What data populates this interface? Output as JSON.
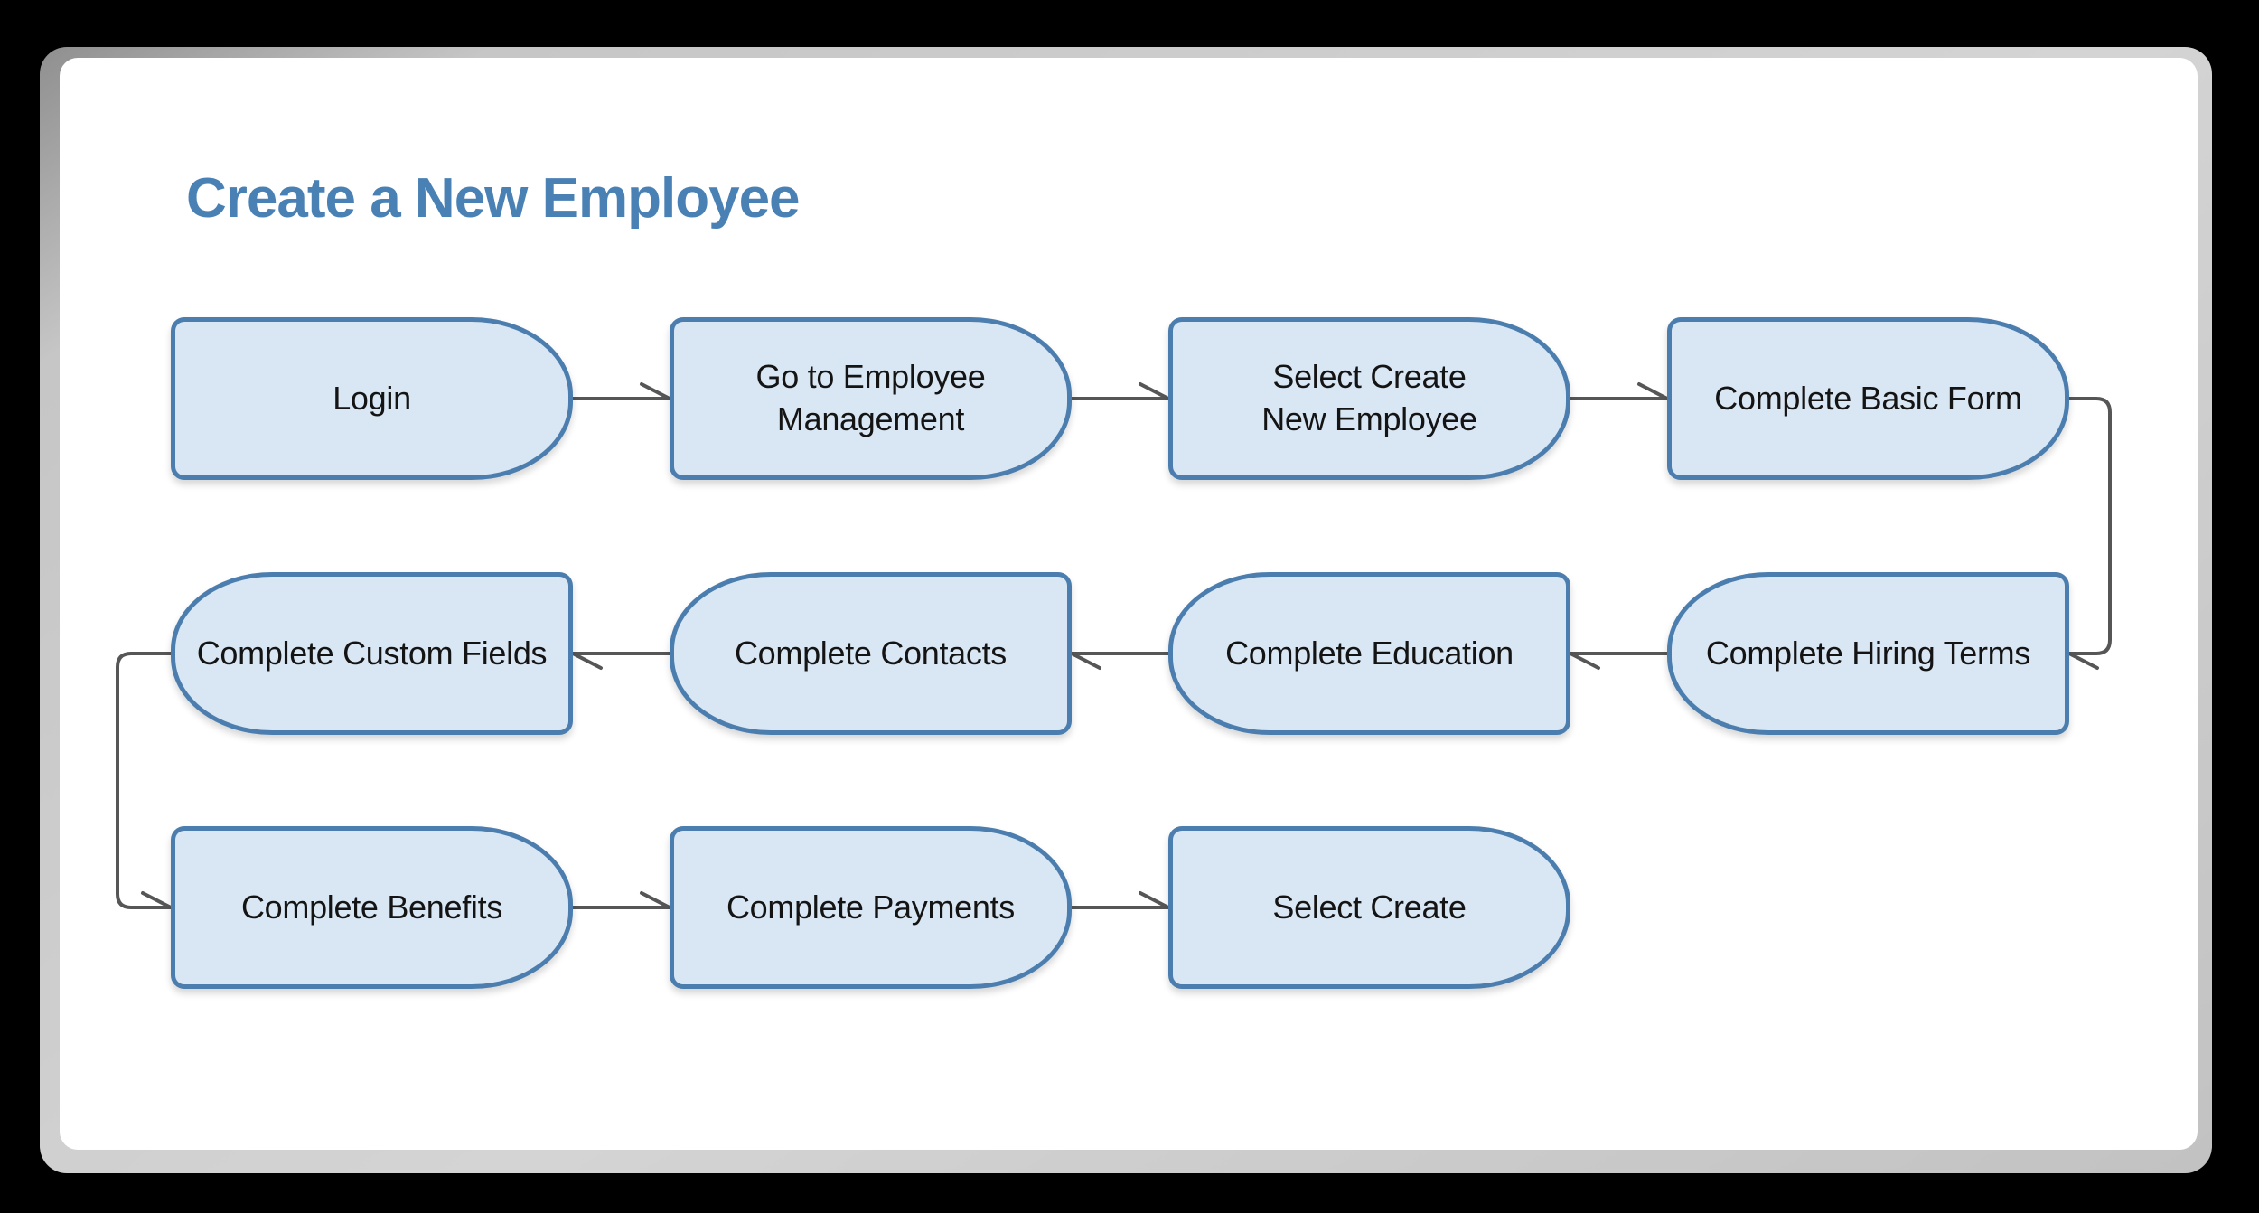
{
  "title": "Create a New Employee",
  "colors": {
    "background": "#000000",
    "card": "#FFFFFF",
    "card_edge": "#C6C6C6",
    "title_text": "#4A81B5",
    "node_fill": "#D9E6F3",
    "node_border": "#4B7EAF",
    "node_text": "#141414",
    "connector": "#565656"
  },
  "nodes": [
    {
      "id": "login",
      "label": "Login"
    },
    {
      "id": "go-to-employee-management",
      "label": "Go to Employee\nManagement"
    },
    {
      "id": "select-create-new-employee",
      "label": "Select Create\nNew Employee"
    },
    {
      "id": "complete-basic-form",
      "label": "Complete Basic Form"
    },
    {
      "id": "complete-hiring-terms",
      "label": "Complete Hiring Terms"
    },
    {
      "id": "complete-education",
      "label": "Complete Education"
    },
    {
      "id": "complete-contacts",
      "label": "Complete Contacts"
    },
    {
      "id": "complete-custom-fields",
      "label": "Complete Custom Fields"
    },
    {
      "id": "complete-benefits",
      "label": "Complete Benefits"
    },
    {
      "id": "complete-payments",
      "label": "Complete Payments"
    },
    {
      "id": "select-create",
      "label": "Select Create"
    }
  ],
  "edges": [
    {
      "from": "login",
      "to": "go-to-employee-management"
    },
    {
      "from": "go-to-employee-management",
      "to": "select-create-new-employee"
    },
    {
      "from": "select-create-new-employee",
      "to": "complete-basic-form"
    },
    {
      "from": "complete-basic-form",
      "to": "complete-hiring-terms"
    },
    {
      "from": "complete-hiring-terms",
      "to": "complete-education"
    },
    {
      "from": "complete-education",
      "to": "complete-contacts"
    },
    {
      "from": "complete-contacts",
      "to": "complete-custom-fields"
    },
    {
      "from": "complete-custom-fields",
      "to": "complete-benefits"
    },
    {
      "from": "complete-benefits",
      "to": "complete-payments"
    },
    {
      "from": "complete-payments",
      "to": "select-create"
    }
  ]
}
